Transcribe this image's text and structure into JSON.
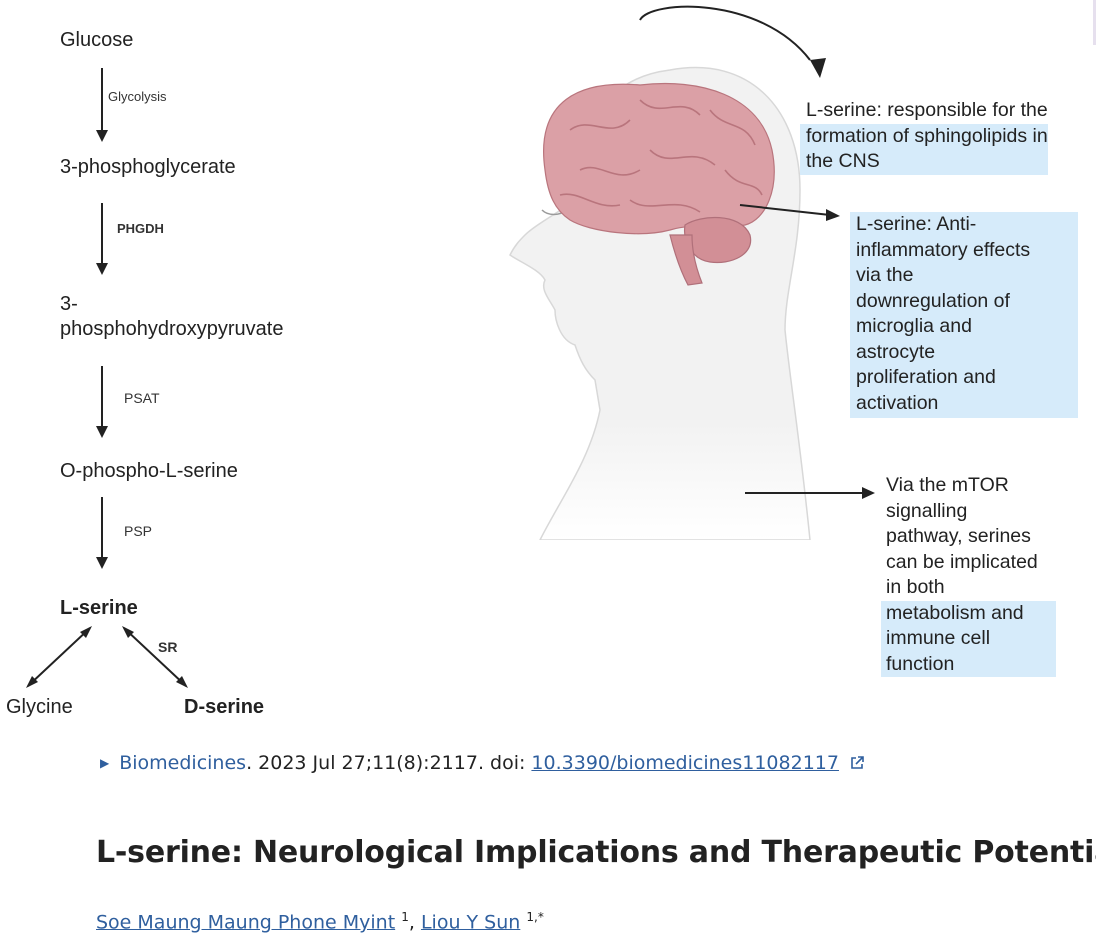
{
  "pathway": {
    "steps": [
      "Glucose",
      "3-phosphoglycerate",
      "3-",
      "phosphohydroxypyruvate",
      "O-phospho-L-serine",
      "L-serine",
      "Glycine",
      "D-serine"
    ],
    "enzymes": [
      "Glycolysis",
      "PHGDH",
      "PSAT",
      "PSP",
      "SR"
    ]
  },
  "callouts": {
    "c1": [
      "L-serine: responsible for the",
      "formation of sphingolipids in",
      "the CNS"
    ],
    "c2": [
      "L-serine: Anti-",
      "inflammatory effects",
      "via the",
      "downregulation of",
      "microglia and",
      "astrocyte",
      "proliferation and",
      "activation"
    ],
    "c3": [
      "Via the mTOR",
      "signalling",
      "pathway, serines",
      "can be implicated",
      "in both",
      "metabolism and",
      "immune cell",
      "function"
    ]
  },
  "colors": {
    "highlight": "#d6ebfa",
    "link": "#2f5f9e",
    "brain": "#dba0a6"
  },
  "citation": {
    "journal": "Biomedicines",
    "details": ". 2023 Jul 27;11(8):2117. doi: ",
    "doi": "10.3390/biomedicines11082117"
  },
  "article": {
    "title": "L-serine: Neurological Implications and Therapeutic Potential",
    "authors": [
      {
        "name": "Soe Maung Maung Phone Myint",
        "aff": "1"
      },
      {
        "name": "Liou Y Sun",
        "aff": "1,*"
      }
    ]
  },
  "icons": {
    "expand": "triangle-right-icon",
    "external": "external-link-icon"
  }
}
